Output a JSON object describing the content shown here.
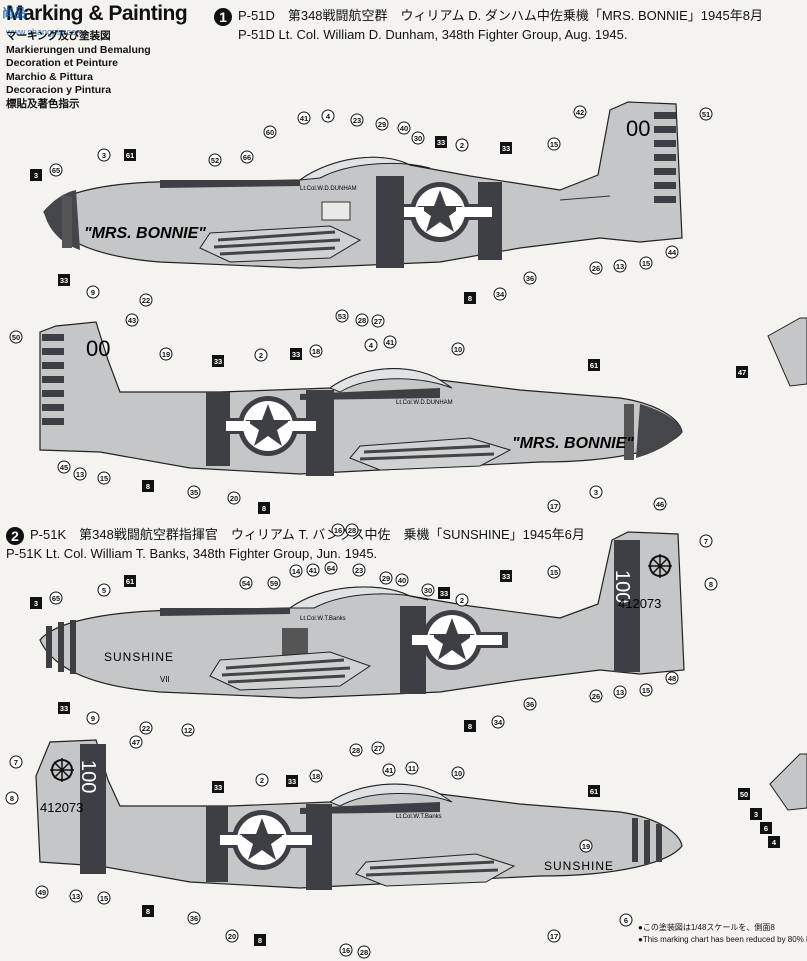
{
  "header": {
    "title": "Marking & Painting",
    "languages": [
      "マーキング及び塗装図",
      "Markierungen und Bemalung",
      "Decoration et Peinture",
      "Marchio & Pittura",
      "Decoracion y Pintura",
      "標貼及著色指示"
    ]
  },
  "watermark": {
    "logo": "尚品",
    "site": "www.shangpin.com"
  },
  "sections": [
    {
      "number": "1",
      "line_jp": "P-51D　第348戦闘航空群　ウィリアム D. ダンハム中佐乗機「MRS. BONNIE」1945年8月",
      "line_en": "P-51D Lt. Col. William D. Dunham, 348th Fighter Group, Aug. 1945."
    },
    {
      "number": "2",
      "line_jp": "P-51K　第348戦闘航空群指揮官　ウィリアム T. バンクス中佐　乗機「SUNSHINE」1945年6月",
      "line_en": "P-51K Lt. Col. William T. Banks, 348th Fighter Group, Jun. 1945."
    }
  ],
  "aircraft_text": {
    "bonnie": "\"MRS. BONNIE\"",
    "sunshine": "SUNSHINE",
    "tail_code_d": "00",
    "tail_code_k": "100",
    "serial_k": "412073",
    "pilot_d": "Lt.Col.W.D.DUNHAM",
    "pilot_k": "Lt.Col.W.T.Banks",
    "group_mark": "VII"
  },
  "callouts": {
    "a1": [
      {
        "n": "3",
        "box": true
      },
      {
        "n": "65"
      },
      {
        "n": "3"
      },
      {
        "n": "61",
        "box": true
      },
      {
        "n": "52"
      },
      {
        "n": "66"
      },
      {
        "n": "60"
      },
      {
        "n": "41"
      },
      {
        "n": "4"
      },
      {
        "n": "23"
      },
      {
        "n": "29"
      },
      {
        "n": "40"
      },
      {
        "n": "30"
      },
      {
        "n": "33",
        "box": true
      },
      {
        "n": "2"
      },
      {
        "n": "33",
        "box": true
      },
      {
        "n": "42"
      },
      {
        "n": "51"
      },
      {
        "n": "15"
      },
      {
        "n": "33",
        "box": true
      },
      {
        "n": "9"
      },
      {
        "n": "22"
      },
      {
        "n": "53"
      },
      {
        "n": "28"
      },
      {
        "n": "27"
      },
      {
        "n": "8",
        "box": true
      },
      {
        "n": "34"
      },
      {
        "n": "36"
      },
      {
        "n": "26"
      },
      {
        "n": "13"
      },
      {
        "n": "15"
      },
      {
        "n": "44"
      }
    ],
    "a2": [
      {
        "n": "50"
      },
      {
        "n": "43"
      },
      {
        "n": "19"
      },
      {
        "n": "33",
        "box": true
      },
      {
        "n": "2"
      },
      {
        "n": "33",
        "box": true
      },
      {
        "n": "18"
      },
      {
        "n": "4"
      },
      {
        "n": "41"
      },
      {
        "n": "10"
      },
      {
        "n": "61",
        "box": true
      },
      {
        "n": "45"
      },
      {
        "n": "13"
      },
      {
        "n": "15"
      },
      {
        "n": "8",
        "box": true
      },
      {
        "n": "35"
      },
      {
        "n": "20"
      },
      {
        "n": "8",
        "box": true
      },
      {
        "n": "16"
      },
      {
        "n": "28"
      },
      {
        "n": "17"
      },
      {
        "n": "3"
      },
      {
        "n": "47",
        "box": true
      }
    ],
    "a3": [
      {
        "n": "3",
        "box": true
      },
      {
        "n": "65"
      },
      {
        "n": "5"
      },
      {
        "n": "61",
        "box": true
      },
      {
        "n": "54"
      },
      {
        "n": "59"
      },
      {
        "n": "14"
      },
      {
        "n": "41"
      },
      {
        "n": "64"
      },
      {
        "n": "23"
      },
      {
        "n": "29"
      },
      {
        "n": "40"
      },
      {
        "n": "30"
      },
      {
        "n": "33",
        "box": true
      },
      {
        "n": "2"
      },
      {
        "n": "33",
        "box": true
      },
      {
        "n": "46"
      },
      {
        "n": "7"
      },
      {
        "n": "8"
      },
      {
        "n": "15"
      },
      {
        "n": "33",
        "box": true
      },
      {
        "n": "9"
      },
      {
        "n": "22"
      },
      {
        "n": "12"
      },
      {
        "n": "28"
      },
      {
        "n": "27"
      },
      {
        "n": "8",
        "box": true
      },
      {
        "n": "34"
      },
      {
        "n": "36"
      },
      {
        "n": "26"
      },
      {
        "n": "13"
      },
      {
        "n": "15"
      },
      {
        "n": "48"
      }
    ],
    "a4": [
      {
        "n": "7"
      },
      {
        "n": "47"
      },
      {
        "n": "8"
      },
      {
        "n": "33",
        "box": true
      },
      {
        "n": "2"
      },
      {
        "n": "33",
        "box": true
      },
      {
        "n": "18"
      },
      {
        "n": "41"
      },
      {
        "n": "11"
      },
      {
        "n": "10"
      },
      {
        "n": "61",
        "box": true
      },
      {
        "n": "19"
      },
      {
        "n": "49"
      },
      {
        "n": "13"
      },
      {
        "n": "15"
      },
      {
        "n": "8",
        "box": true
      },
      {
        "n": "36"
      },
      {
        "n": "20"
      },
      {
        "n": "8",
        "box": true
      },
      {
        "n": "16"
      },
      {
        "n": "28"
      },
      {
        "n": "17"
      },
      {
        "n": "6"
      },
      {
        "n": "50",
        "box": true
      },
      {
        "n": "3",
        "box": true
      },
      {
        "n": "6",
        "box": true
      },
      {
        "n": "4",
        "box": true
      }
    ]
  },
  "note": {
    "line_jp": "●この塗装図は1/48スケールを、側面8",
    "line_en": "●This marking chart has been reduced by 80% in th"
  },
  "colors": {
    "ink": "#111111",
    "fuselage": "#c4c6c8",
    "stripe_dark": "#3d3f44",
    "panel": "#e9e9e6"
  }
}
